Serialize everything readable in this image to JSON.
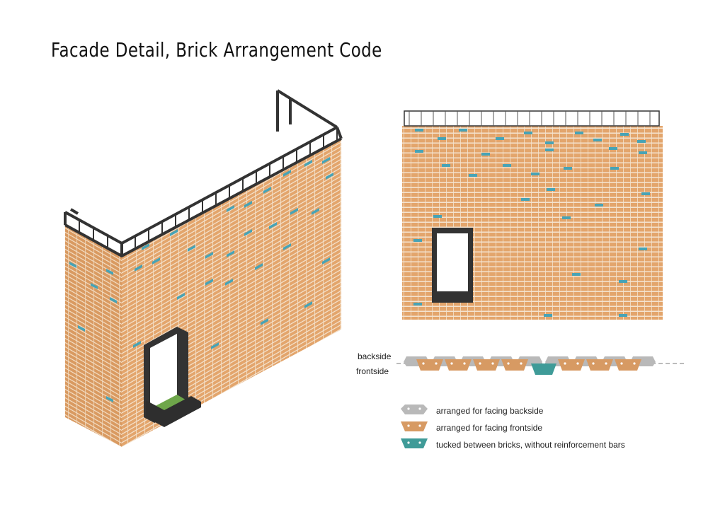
{
  "title": "Facade Detail, Brick Arrangement Code",
  "section": {
    "back_label": "backside",
    "front_label": "frontside"
  },
  "legend": [
    {
      "label": "arranged for facing backside",
      "color": "#b9b9b9"
    },
    {
      "label": "arranged for facing frontside",
      "color": "#d79a63"
    },
    {
      "label": "tucked between bricks, without reinforcement bars",
      "color": "#3f9b98"
    }
  ],
  "colors": {
    "brick": "#e3a56c",
    "brick_dark": "#c9874f",
    "mortar": "#f4e1c9",
    "tucked": "#47a3b6",
    "frame": "#3a3a3a",
    "grass": "#6ea64a"
  }
}
